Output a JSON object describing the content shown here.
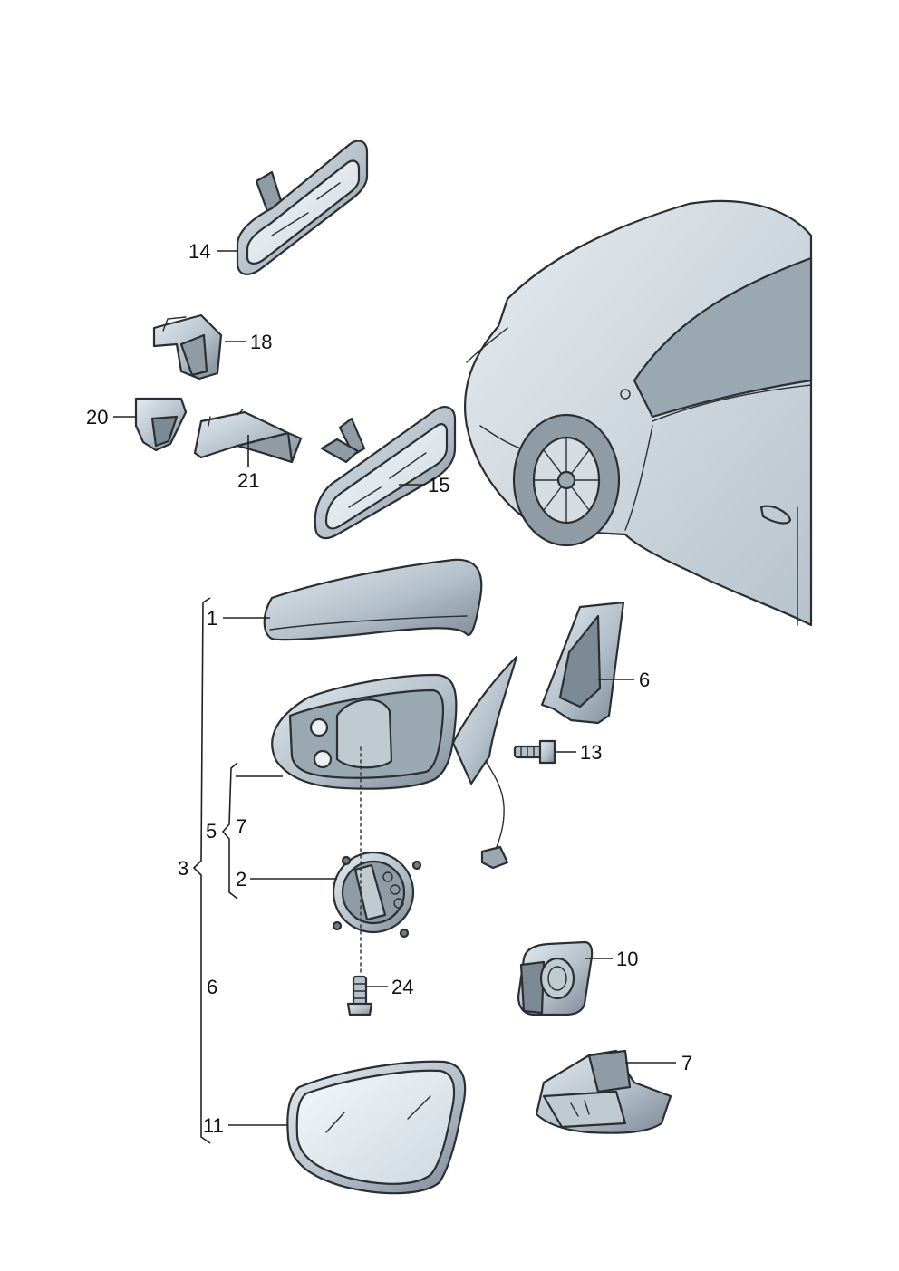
{
  "colors": {
    "part_fill": "#b7c3cc",
    "part_dark": "#6f7d88",
    "part_light": "#dfe6eb",
    "mirror_glass": "#e9eff3",
    "car_body": "#c9d3da",
    "outline": "#2b2f33"
  },
  "callouts": [
    {
      "id": "14",
      "text": "14"
    },
    {
      "id": "18",
      "text": "18"
    },
    {
      "id": "20",
      "text": "20"
    },
    {
      "id": "21",
      "text": "21"
    },
    {
      "id": "15",
      "text": "15"
    },
    {
      "id": "1",
      "text": "1"
    },
    {
      "id": "6a",
      "text": "6"
    },
    {
      "id": "13",
      "text": "13"
    },
    {
      "id": "5",
      "text": "5"
    },
    {
      "id": "7a",
      "text": "7"
    },
    {
      "id": "3",
      "text": "3"
    },
    {
      "id": "2",
      "text": "2"
    },
    {
      "id": "10",
      "text": "10"
    },
    {
      "id": "24",
      "text": "24"
    },
    {
      "id": "6b",
      "text": "6"
    },
    {
      "id": "7b",
      "text": "7"
    },
    {
      "id": "11",
      "text": "11"
    }
  ]
}
